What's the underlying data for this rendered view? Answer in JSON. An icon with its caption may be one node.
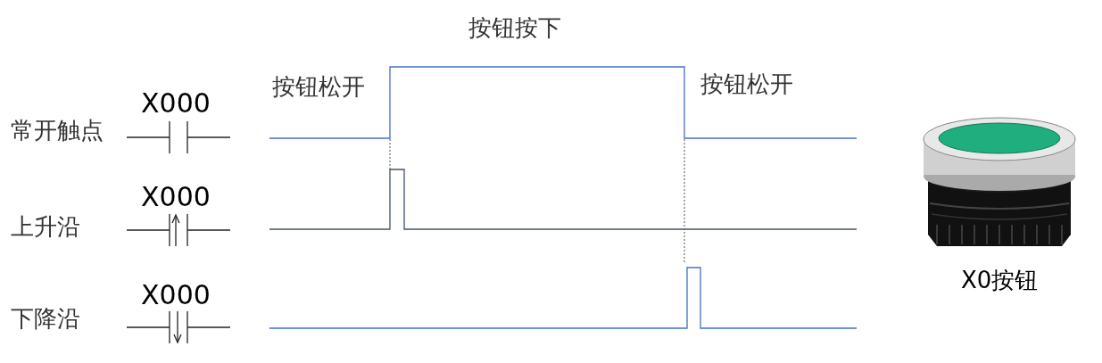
{
  "diagram": {
    "nodes": [
      {
        "text": [],
        "shape": "picture"
      }
    ],
    "labels": [
      "按钮按下",
      "按钮松开",
      "按钮松开",
      "X000",
      "常开触点",
      "X000",
      "上升沿",
      "X000",
      "下降沿",
      "X0按钮"
    ]
  }
}
